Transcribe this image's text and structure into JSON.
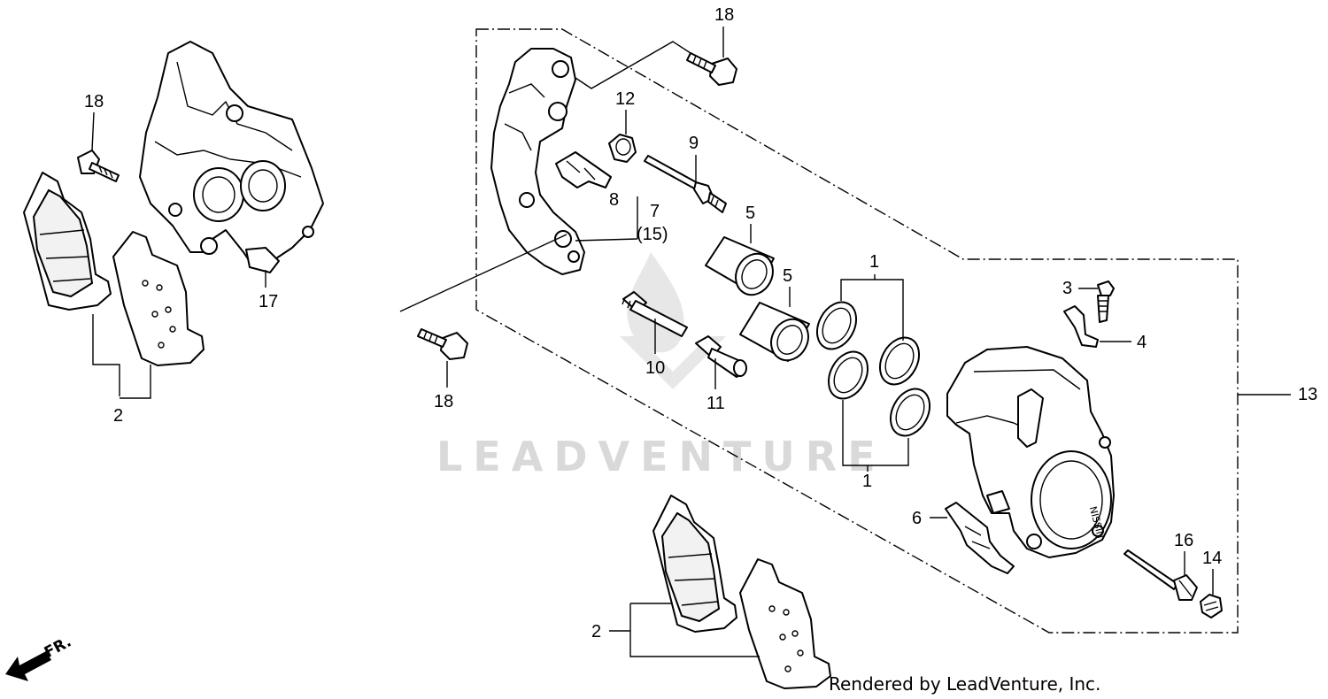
{
  "callouts": {
    "c18_top": "18",
    "c18_left": "18",
    "c18_lower": "18",
    "c12": "12",
    "c9": "9",
    "c8": "8",
    "c7": "7",
    "c15": "(15)",
    "c5_a": "5",
    "c5_b": "5",
    "c1_top": "1",
    "c1_bottom": "1",
    "c3": "3",
    "c4": "4",
    "c13": "13",
    "c10": "10",
    "c11": "11",
    "c6": "6",
    "c16": "16",
    "c14": "14",
    "c2_left": "2",
    "c2_bottom": "2",
    "c17": "17"
  },
  "watermark": "LEADVENTURE",
  "credit": "Rendered by LeadVenture, Inc.",
  "direction": "FR.",
  "caliper_brand": "NISSIN"
}
